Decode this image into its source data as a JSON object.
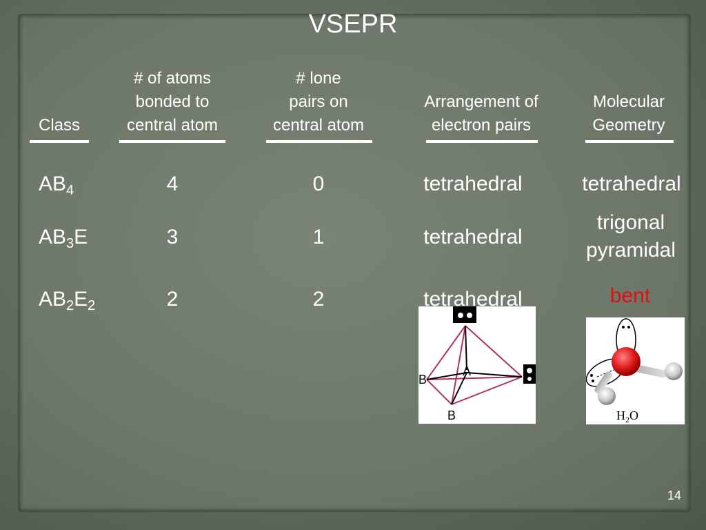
{
  "title": "VSEPR",
  "headers": {
    "class": "Class",
    "atoms_bonded": "# of atoms\nbonded to\ncentral atom",
    "lone_pairs": "# lone\npairs on\ncentral atom",
    "arrangement": "Arrangement of\nelectron pairs",
    "geometry": "Molecular\nGeometry"
  },
  "rows": [
    {
      "class_base": "AB",
      "class_sub1": "4",
      "class_mid": "",
      "class_sub2": "",
      "bonded": "4",
      "lone": "0",
      "arrangement": "tetrahedral",
      "geometry_line1": "tetrahedral",
      "geometry_line2": ""
    },
    {
      "class_base": "AB",
      "class_sub1": "3",
      "class_mid": "E",
      "class_sub2": "",
      "bonded": "3",
      "lone": "1",
      "arrangement": "tetrahedral",
      "geometry_line1": "trigonal",
      "geometry_line2": "pyramidal"
    },
    {
      "class_base": "AB",
      "class_sub1": "2",
      "class_mid": "E",
      "class_sub2": "2",
      "bonded": "2",
      "lone": "2",
      "arrangement": "tetrahedral",
      "geometry_line1": "bent",
      "geometry_line2": ""
    }
  ],
  "diagram": {
    "center_label": "A",
    "bond_label_1": "B",
    "bond_label_2": "B"
  },
  "molecule": {
    "formula_base": "H",
    "formula_sub": "2",
    "formula_end": "O"
  },
  "colors": {
    "bent": "#e01010",
    "bond_lines": "#b0305a",
    "oxygen": "#e02020"
  },
  "page_number": "14"
}
